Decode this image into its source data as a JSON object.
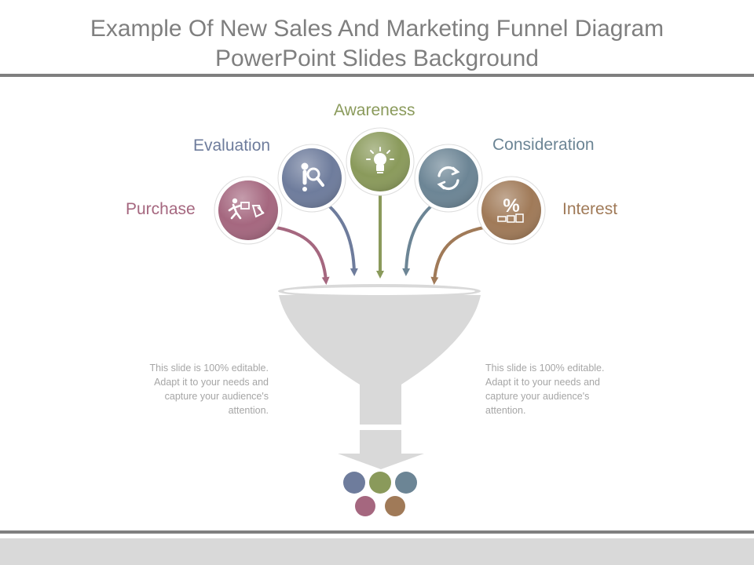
{
  "title": {
    "line1": "Example Of New Sales And Marketing Funnel Diagram",
    "line2": "PowerPoint Slides Background"
  },
  "stages": [
    {
      "id": "purchase",
      "label": "Purchase",
      "color": "#a5677f",
      "icon": "running-person-cart-icon"
    },
    {
      "id": "evaluation",
      "label": "Evaluation",
      "color": "#6e7c9c",
      "icon": "magnifier-person-icon"
    },
    {
      "id": "awareness",
      "label": "Awareness",
      "color": "#8a9a5b",
      "icon": "lightbulb-icon"
    },
    {
      "id": "consideration",
      "label": "Consideration",
      "color": "#6c8595",
      "icon": "refresh-icon"
    },
    {
      "id": "interest",
      "label": "Interest",
      "color": "#a07a58",
      "icon": "percent-shopping-icon"
    }
  ],
  "text_left": "This slide is 100% editable. Adapt it to your needs and capture your audience's attention.",
  "text_right": "This slide is 100% editable. Adapt it to your needs and capture your audience's attention.",
  "colors": {
    "funnel": "#d9d9d9",
    "title": "#7f7f7f",
    "rule": "#7f7f7f"
  }
}
